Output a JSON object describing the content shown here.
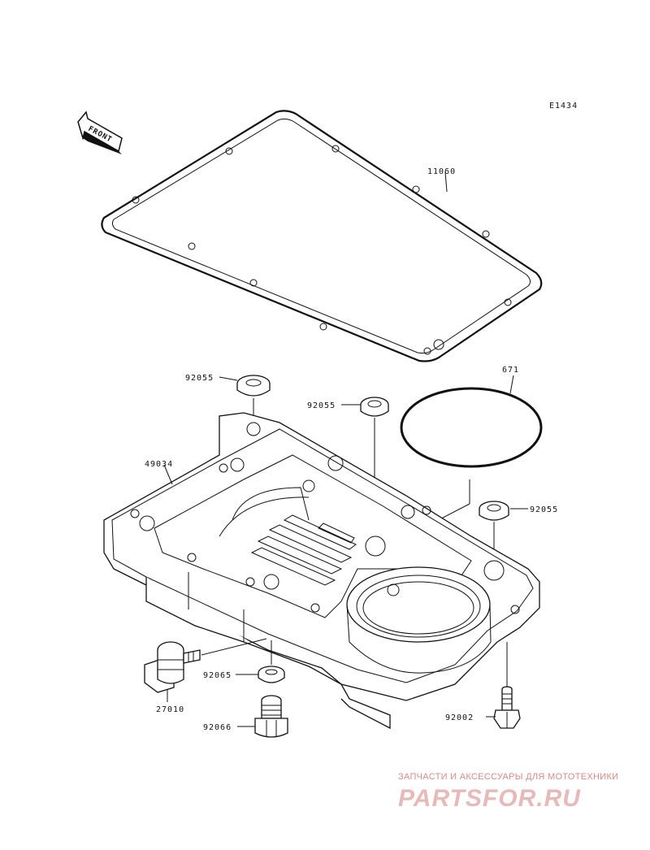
{
  "diagram_code": "E1434",
  "front_label": "FRONT",
  "callouts": {
    "gasket": "11060",
    "o_ring": "671",
    "washer_left": "92055",
    "washer_mid": "92055",
    "washer_right": "92055",
    "oil_pan": "49034",
    "washer_drain": "92065",
    "oil_switch": "27010",
    "drain_bolt": "92066",
    "pan_bolt": "92002"
  },
  "watermark": {
    "tagline": "ЗАПЧАСТИ И АКСЕССУАРЫ ДЛЯ МОТОТЕХНИКИ",
    "logo": "PARTSFOR.RU"
  },
  "colors": {
    "line": "#111111",
    "watermark": "#e8b9b9"
  }
}
